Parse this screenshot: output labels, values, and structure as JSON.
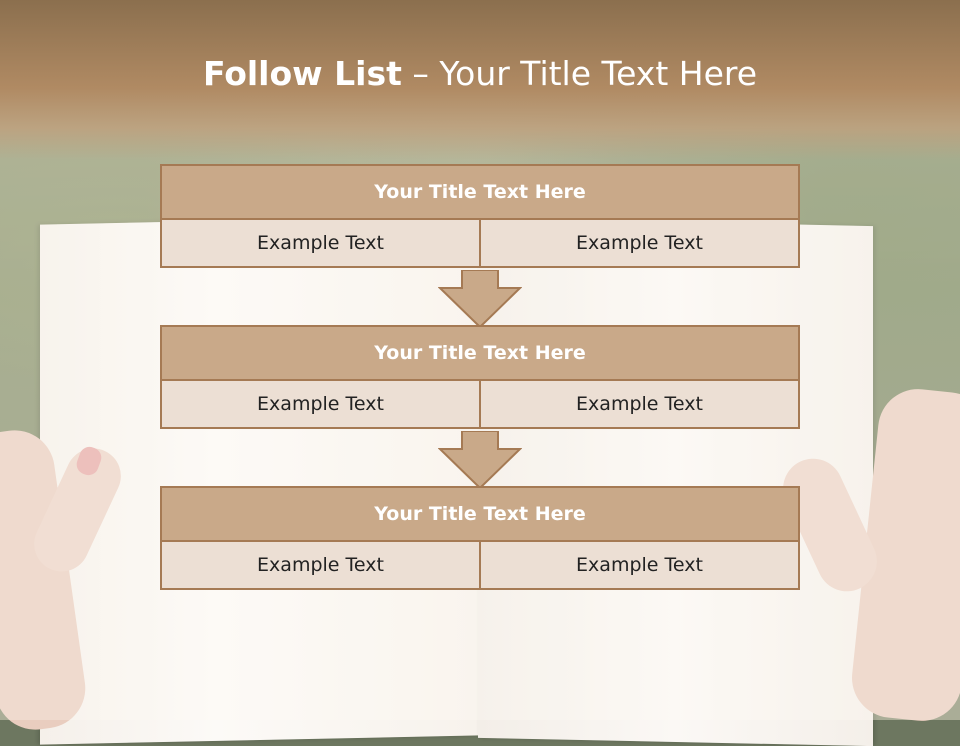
{
  "slide": {
    "title_bold": "Follow List",
    "title_rest": " – Your Title Text Here"
  },
  "steps": [
    {
      "title": "Your Title Text Here",
      "left_text": "Example Text",
      "right_text": "Example Text"
    },
    {
      "title": "Your Title Text Here",
      "left_text": "Example Text",
      "right_text": "Example Text"
    },
    {
      "title": "Your Title Text Here",
      "left_text": "Example Text",
      "right_text": "Example Text"
    }
  ],
  "colors": {
    "header_band": "#b08a63",
    "block_title_fill": "#c9a989",
    "block_cell_fill": "#ecdfd4",
    "border": "#a57a54",
    "arrow_fill": "#c9a989"
  },
  "icons": {
    "arrow": "down-arrow-icon"
  }
}
